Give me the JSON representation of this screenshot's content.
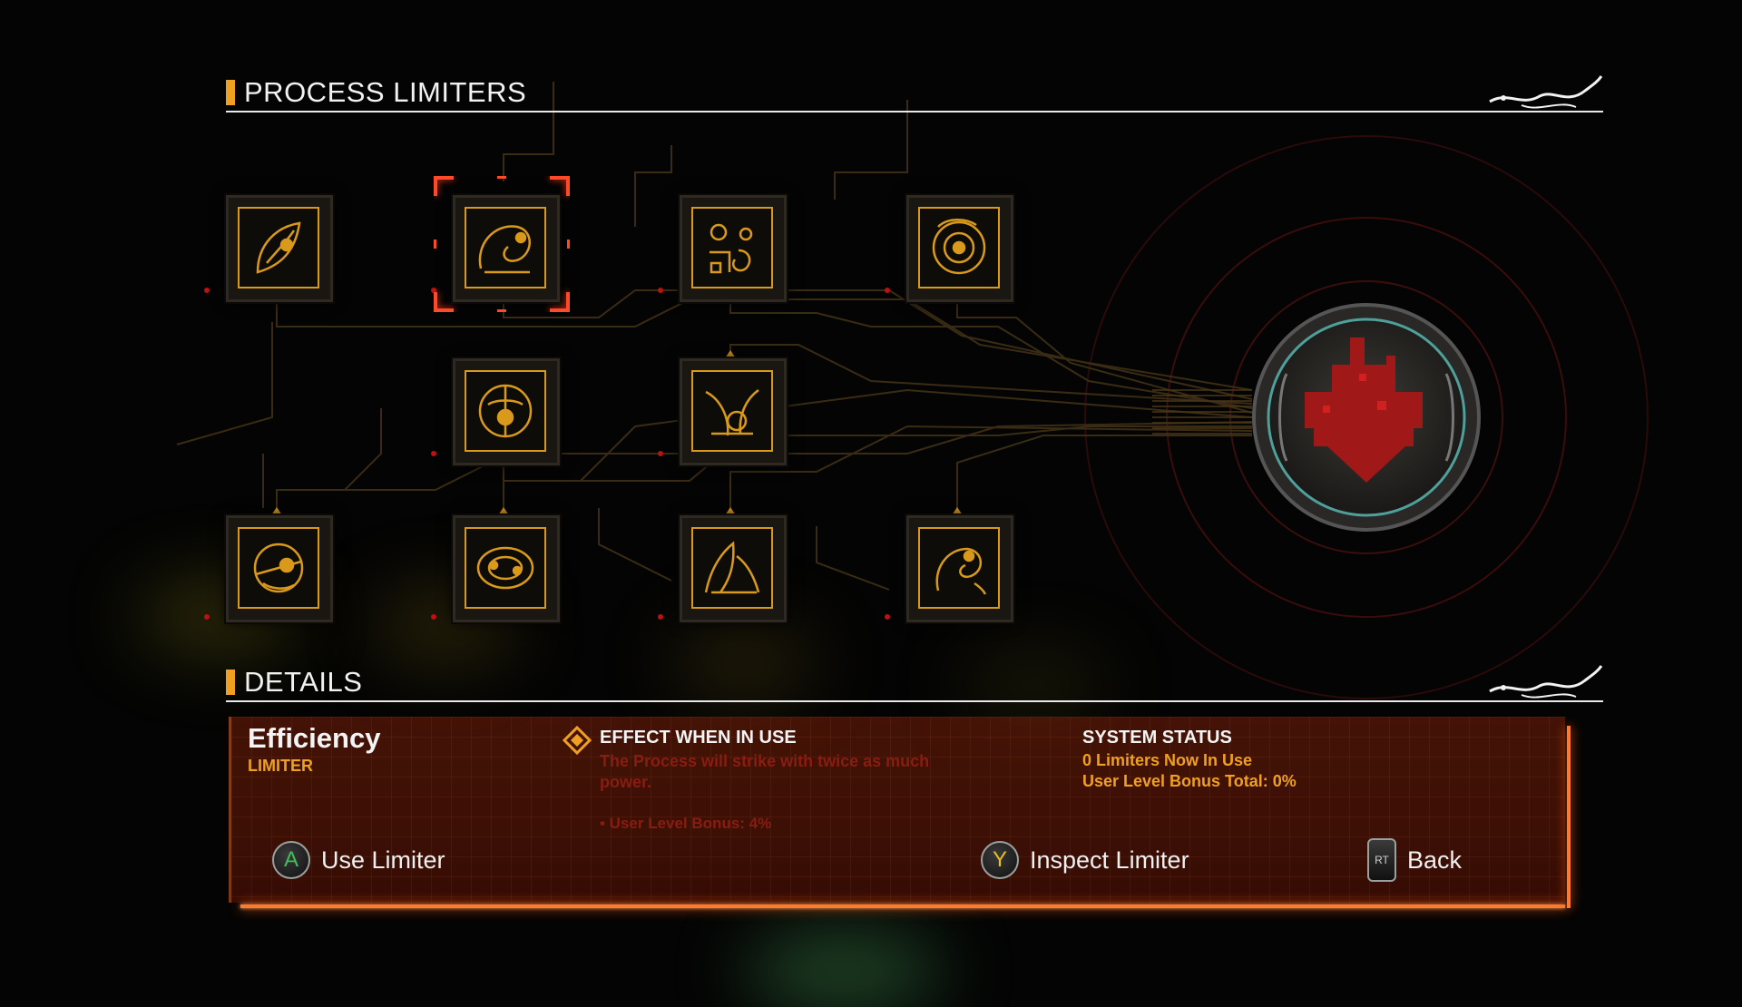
{
  "process_limiters": {
    "title": "PROCESS LIMITERS",
    "selected_index": 1,
    "nodes": [
      {
        "icon": "plant-sprout-icon"
      },
      {
        "icon": "creature-coil-icon"
      },
      {
        "icon": "circuit-pattern-icon"
      },
      {
        "icon": "concentric-ring-icon"
      },
      {
        "icon": "shield-crest-icon"
      },
      {
        "icon": "leaf-beetle-icon"
      },
      {
        "icon": "ring-creature-icon"
      },
      {
        "icon": "ornate-oval-icon"
      },
      {
        "icon": "winged-figure-icon"
      },
      {
        "icon": "curled-creature-icon"
      }
    ]
  },
  "details": {
    "title": "DETAILS",
    "name": "Efficiency",
    "type": "LIMITER",
    "effect_title": "EFFECT WHEN IN USE",
    "effect_desc": "The Process will strike with twice as much power.",
    "effect_bonus": "• User Level Bonus: 4%",
    "status_title": "SYSTEM STATUS",
    "status_limiters": "0 Limiters Now In Use",
    "status_bonus": "User Level Bonus Total: 0%"
  },
  "actions": {
    "use": {
      "button": "A",
      "label": "Use Limiter",
      "color": "#3fbf5a"
    },
    "inspect": {
      "button": "Y",
      "label": "Inspect Limiter",
      "color": "#e8c020"
    },
    "back": {
      "button": "RT",
      "label": "Back"
    }
  },
  "colors": {
    "accent": "#f0a020",
    "panel_glow": "#ff7a2a",
    "core_red": "#a01818"
  }
}
